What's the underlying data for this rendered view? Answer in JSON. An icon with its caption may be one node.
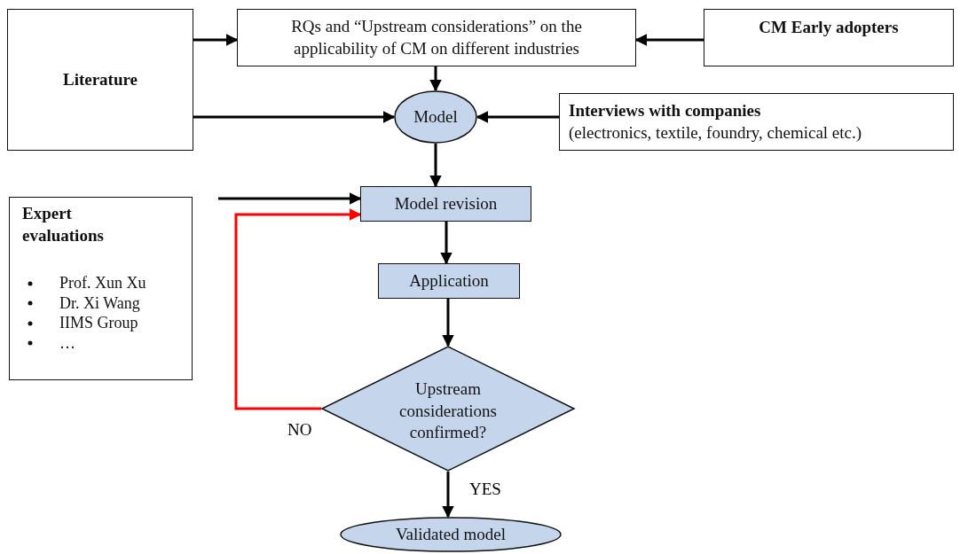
{
  "diagram": {
    "nodes": [
      {
        "text": [
          "Literature"
        ]
      },
      {
        "text": [
          "RQs and “Upstream considerations” on the applicability of CM on different industries"
        ]
      },
      {
        "text": [
          "CM Early adopters"
        ]
      },
      {
        "text": [
          "Model"
        ]
      },
      {
        "text": [
          "Interviews with companies",
          "(electronics, textile, foundry, chemical etc.)"
        ]
      },
      {
        "text": [
          "Model revision"
        ]
      },
      {
        "text": [
          "Expert evaluations",
          "Prof. Xun Xu",
          "Dr. Xi Wang",
          "IIMS Group",
          "…"
        ]
      },
      {
        "text": [
          "Application"
        ]
      },
      {
        "text": [
          "Upstream considerations confirmed?"
        ]
      },
      {
        "text": [
          "Validated model"
        ]
      }
    ],
    "edges": [
      {
        "from": 0,
        "to": 1,
        "arrow": "to"
      },
      {
        "from": 2,
        "to": 1,
        "arrow": "to"
      },
      {
        "from": 1,
        "to": 3,
        "arrow": "to"
      },
      {
        "from": 0,
        "to": 3,
        "arrow": "to"
      },
      {
        "from": 4,
        "to": 3,
        "arrow": "to"
      },
      {
        "from": 3,
        "to": 5,
        "arrow": "to"
      },
      {
        "from": null,
        "to": 5,
        "arrow": "to"
      },
      {
        "from": 5,
        "to": 7,
        "arrow": "to"
      },
      {
        "from": 7,
        "to": 8,
        "arrow": "to"
      },
      {
        "from": 8,
        "to": 5,
        "arrow": "to",
        "label": "NO",
        "color": "#ff0000"
      },
      {
        "from": 8,
        "to": 9,
        "arrow": "to",
        "label": "YES"
      }
    ]
  }
}
